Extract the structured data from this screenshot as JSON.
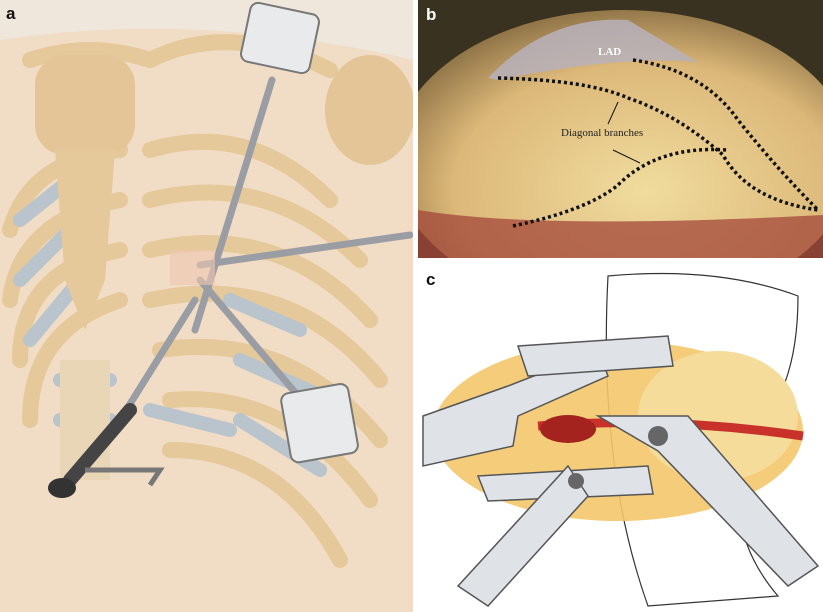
{
  "panels": {
    "a": {
      "label": "a"
    },
    "b": {
      "label": "b",
      "annotations": {
        "lad": "LAD",
        "diagonal": "Diagonal branches"
      }
    },
    "c": {
      "label": "c"
    }
  }
}
